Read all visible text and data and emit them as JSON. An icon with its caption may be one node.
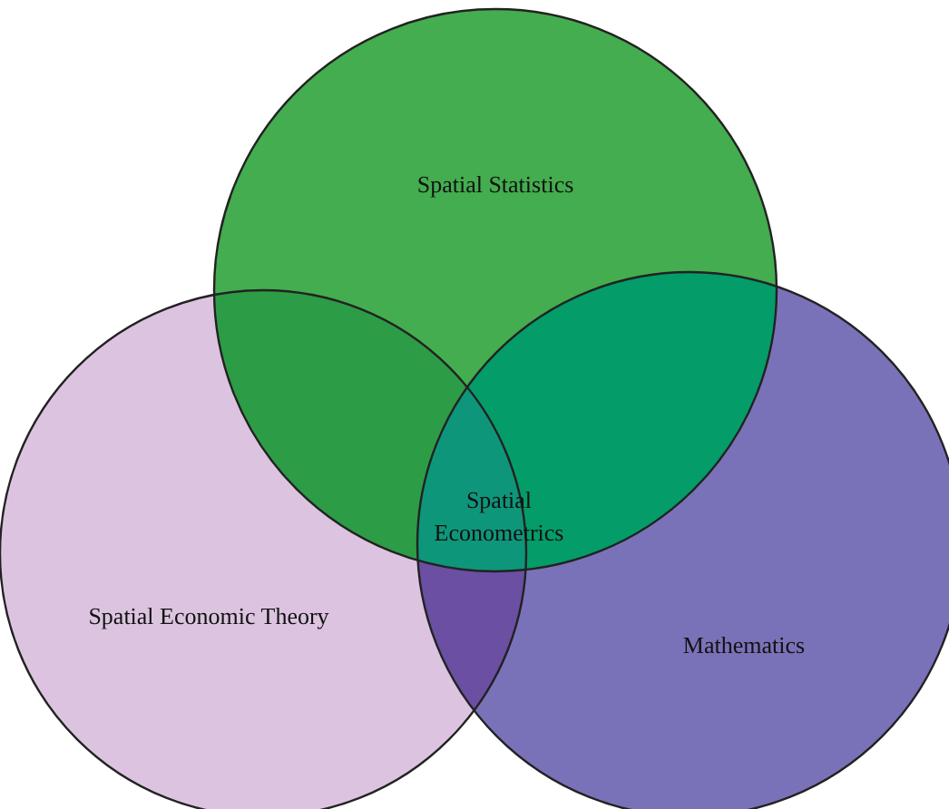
{
  "diagram": {
    "nodes": [
      {
        "text": [
          "Spatial Statistics"
        ]
      },
      {
        "text": [
          "Spatial Economic Theory"
        ]
      },
      {
        "text": [
          "Mathematics"
        ]
      },
      {
        "text": [
          "Spatial Econometrics"
        ]
      }
    ],
    "edges": []
  }
}
